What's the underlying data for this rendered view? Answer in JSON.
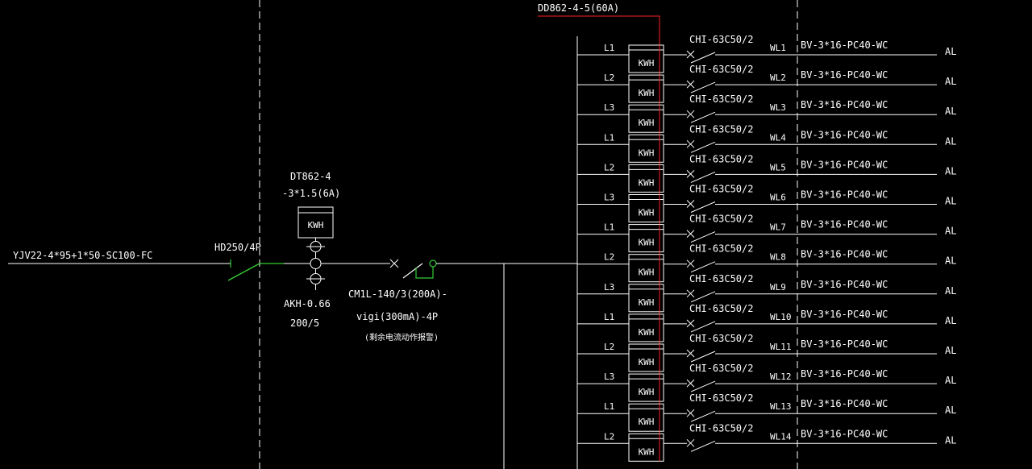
{
  "colors": {
    "background": "#000000",
    "line": "#ffffff",
    "switch": "#33cc33",
    "meter_feed": "#ff2020"
  },
  "incoming": {
    "cable_label": "YJV22-4*95+1*50-SC100-FC",
    "isolator_label": "HD250/4P"
  },
  "metering": {
    "meter_model": "DT862-4",
    "meter_rating": "-3*1.5(6A)",
    "meter_text": "KWH",
    "ct_model": "AKH-0.66",
    "ct_ratio": "200/5"
  },
  "main_breaker": {
    "line1": "CM1L-140/3(200A)-",
    "line2": "vigi(300mA)-4P",
    "line3": "(剩余电流动作报警)"
  },
  "outgoing_meter_label": "DD862-4-5(60A)",
  "circuits": [
    {
      "phase": "L1",
      "meter": "KWH",
      "breaker": "CHI-63C50/2",
      "id": "WL1",
      "cable": "BV-3*16-PC40-WC",
      "dest": "AL"
    },
    {
      "phase": "L2",
      "meter": "KWH",
      "breaker": "CHI-63C50/2",
      "id": "WL2",
      "cable": "BV-3*16-PC40-WC",
      "dest": "AL"
    },
    {
      "phase": "L3",
      "meter": "KWH",
      "breaker": "CHI-63C50/2",
      "id": "WL3",
      "cable": "BV-3*16-PC40-WC",
      "dest": "AL"
    },
    {
      "phase": "L1",
      "meter": "KWH",
      "breaker": "CHI-63C50/2",
      "id": "WL4",
      "cable": "BV-3*16-PC40-WC",
      "dest": "AL"
    },
    {
      "phase": "L2",
      "meter": "KWH",
      "breaker": "CHI-63C50/2",
      "id": "WL5",
      "cable": "BV-3*16-PC40-WC",
      "dest": "AL"
    },
    {
      "phase": "L3",
      "meter": "KWH",
      "breaker": "CHI-63C50/2",
      "id": "WL6",
      "cable": "BV-3*16-PC40-WC",
      "dest": "AL"
    },
    {
      "phase": "L1",
      "meter": "KWH",
      "breaker": "CHI-63C50/2",
      "id": "WL7",
      "cable": "BV-3*16-PC40-WC",
      "dest": "AL"
    },
    {
      "phase": "L2",
      "meter": "KWH",
      "breaker": "CHI-63C50/2",
      "id": "WL8",
      "cable": "BV-3*16-PC40-WC",
      "dest": "AL"
    },
    {
      "phase": "L3",
      "meter": "KWH",
      "breaker": "CHI-63C50/2",
      "id": "WL9",
      "cable": "BV-3*16-PC40-WC",
      "dest": "AL"
    },
    {
      "phase": "L1",
      "meter": "KWH",
      "breaker": "CHI-63C50/2",
      "id": "WL10",
      "cable": "BV-3*16-PC40-WC",
      "dest": "AL"
    },
    {
      "phase": "L2",
      "meter": "KWH",
      "breaker": "CHI-63C50/2",
      "id": "WL11",
      "cable": "BV-3*16-PC40-WC",
      "dest": "AL"
    },
    {
      "phase": "L3",
      "meter": "KWH",
      "breaker": "CHI-63C50/2",
      "id": "WL12",
      "cable": "BV-3*16-PC40-WC",
      "dest": "AL"
    },
    {
      "phase": "L1",
      "meter": "KWH",
      "breaker": "CHI-63C50/2",
      "id": "WL13",
      "cable": "BV-3*16-PC40-WC",
      "dest": "AL"
    },
    {
      "phase": "L2",
      "meter": "KWH",
      "breaker": "CHI-63C50/2",
      "id": "WL14",
      "cable": "BV-3*16-PC40-WC",
      "dest": "AL"
    }
  ]
}
